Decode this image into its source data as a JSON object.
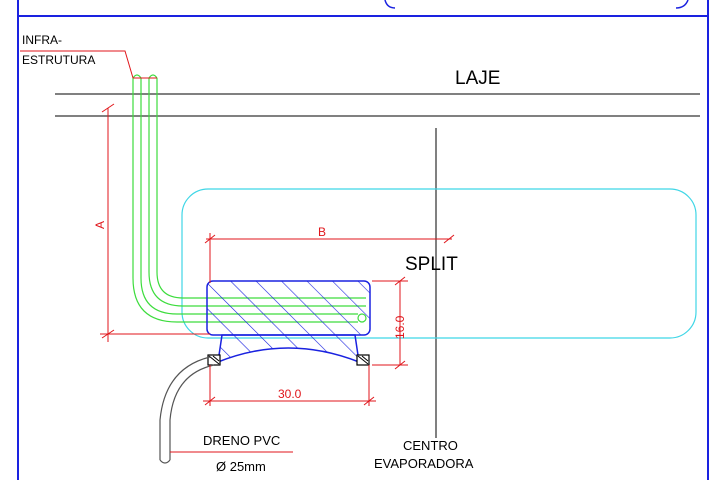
{
  "labels": {
    "infra_line1": "INFRA-",
    "infra_line2": "ESTRUTURA",
    "laje": "LAJE",
    "split": "SPLIT",
    "dim_a": "A",
    "dim_b": "B",
    "dim_height": "16.0",
    "dim_width": "30.0",
    "dreno_line1": "DRENO PVC",
    "dreno_line2": "Ø 25mm",
    "centro_line1": "CENTRO",
    "centro_line2": "EVAPORADORA"
  },
  "colors": {
    "frame": "#1a22e0",
    "dimension": "#e0161b",
    "pipe": "#3ddc3d",
    "evaporator": "#3fd6e6",
    "hatch": "#1a22e0",
    "line": "#000000",
    "drain": "#555555"
  }
}
